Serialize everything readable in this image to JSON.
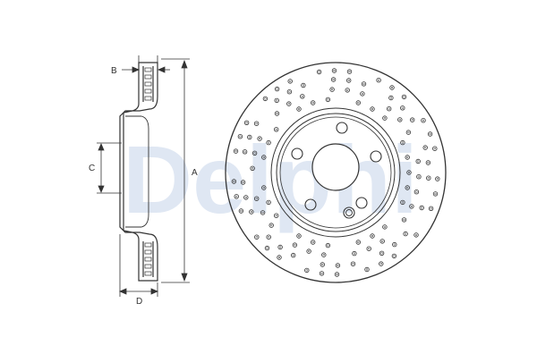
{
  "watermark": {
    "text": "Delphi",
    "color": "#dfe7f3"
  },
  "dimensions": {
    "a_label": "A",
    "b_label": "B",
    "c_label": "C",
    "d_label": "D"
  },
  "colors": {
    "stroke": "#333333",
    "hub_fill": "#ffffff"
  }
}
